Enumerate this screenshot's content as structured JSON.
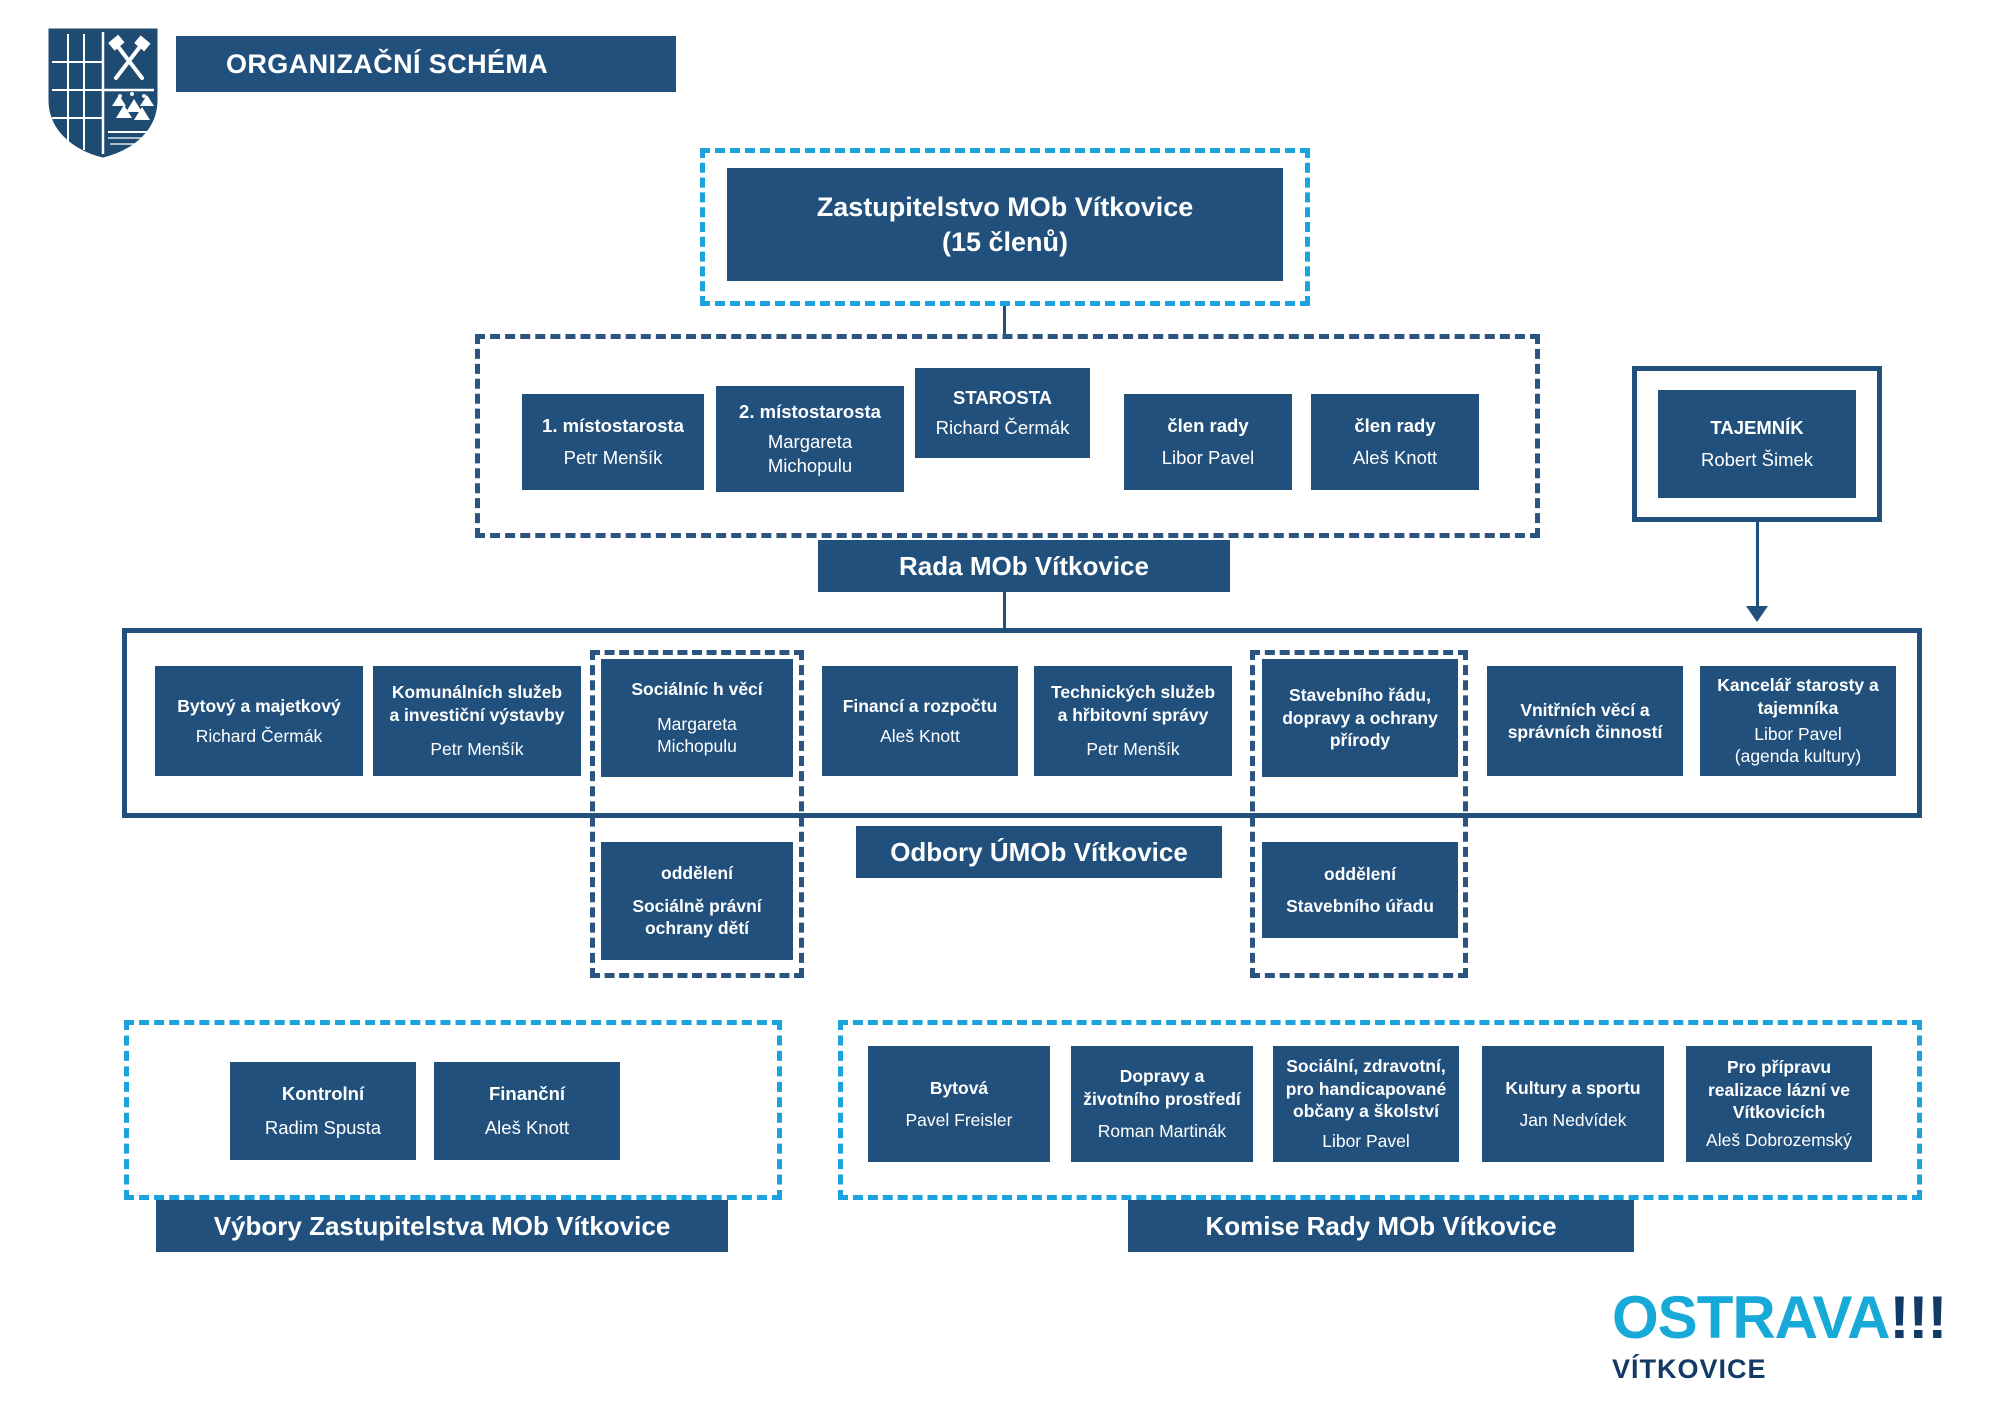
{
  "header": {
    "title": "ORGANIZAČNÍ SCHÉMA",
    "crest_alt": "coat-of-arms-vitkovice"
  },
  "assembly": {
    "title": "Zastupitelstvo MOb Vítkovice",
    "subtitle": "(15 členů)"
  },
  "council": {
    "banner": "Rada MOb Vítkovice",
    "members": [
      {
        "title": "1. místostarosta",
        "name": "Petr Menšík"
      },
      {
        "title": "2. místostarosta",
        "name": "Margareta\nMichopulu"
      },
      {
        "title": "STAROSTA",
        "name": "Richard Čermák"
      },
      {
        "title": "člen rady",
        "name": "Libor Pavel"
      },
      {
        "title": "člen rady",
        "name": "Aleš Knott"
      }
    ]
  },
  "secretary": {
    "title": "TAJEMNÍK",
    "name": "Robert Šimek"
  },
  "departments": {
    "banner": "Odbory ÚMOb Vítkovice",
    "items": [
      {
        "title": "Bytový a majetkový",
        "name": "Richard Čermák"
      },
      {
        "title": "Komunálních služeb\na investiční výstavby",
        "name": "Petr Menšík"
      },
      {
        "title": "Sociálníc h věcí",
        "name": "Margareta\nMichopulu"
      },
      {
        "title": "Financí a rozpočtu",
        "name": "Aleš Knott"
      },
      {
        "title": "Technických služeb\na hřbitovní správy",
        "name": "Petr Menšík"
      },
      {
        "title": "Stavebního řádu,\ndopravy a ochrany\npřírody",
        "name": ""
      },
      {
        "title": "Vnitřních věcí a\nsprávních činností",
        "name": ""
      },
      {
        "title": "Kancelář starosty a\ntajemníka",
        "name": "Libor Pavel\n(agenda kultury)"
      }
    ],
    "subunits": [
      {
        "label": "oddělení",
        "title": "Sociálně právní\nochrany dětí"
      },
      {
        "label": "oddělení",
        "title": "Stavebního úřadu"
      }
    ]
  },
  "committees": {
    "banner": "Výbory Zastupitelstva MOb Vítkovice",
    "items": [
      {
        "title": "Kontrolní",
        "name": "Radim Spusta"
      },
      {
        "title": "Finanční",
        "name": "Aleš Knott"
      }
    ]
  },
  "commissions": {
    "banner": "Komise Rady MOb Vítkovice",
    "items": [
      {
        "title": "Bytová",
        "name": "Pavel Freisler"
      },
      {
        "title": "Dopravy a\nživotního prostředí",
        "name": "Roman Martinák"
      },
      {
        "title": "Sociální, zdravotní,\npro handicapované\nobčany a školství",
        "name": "Libor Pavel"
      },
      {
        "title": "Kultury a sportu",
        "name": "Jan Nedvídek"
      },
      {
        "title": "Pro přípravu\nrealizace lázní ve\nVítkovicích",
        "name": "Aleš Dobrozemský"
      }
    ]
  },
  "logo": {
    "city": "OSTRAVA",
    "bangs": "!!!",
    "district": "VÍTKOVICE"
  },
  "colors": {
    "navy": "#21507d",
    "light_blue": "#1ba3dd",
    "dash_dark": "#2b5580",
    "logo_cyan": "#17a9d8",
    "logo_navy": "#123a66"
  }
}
